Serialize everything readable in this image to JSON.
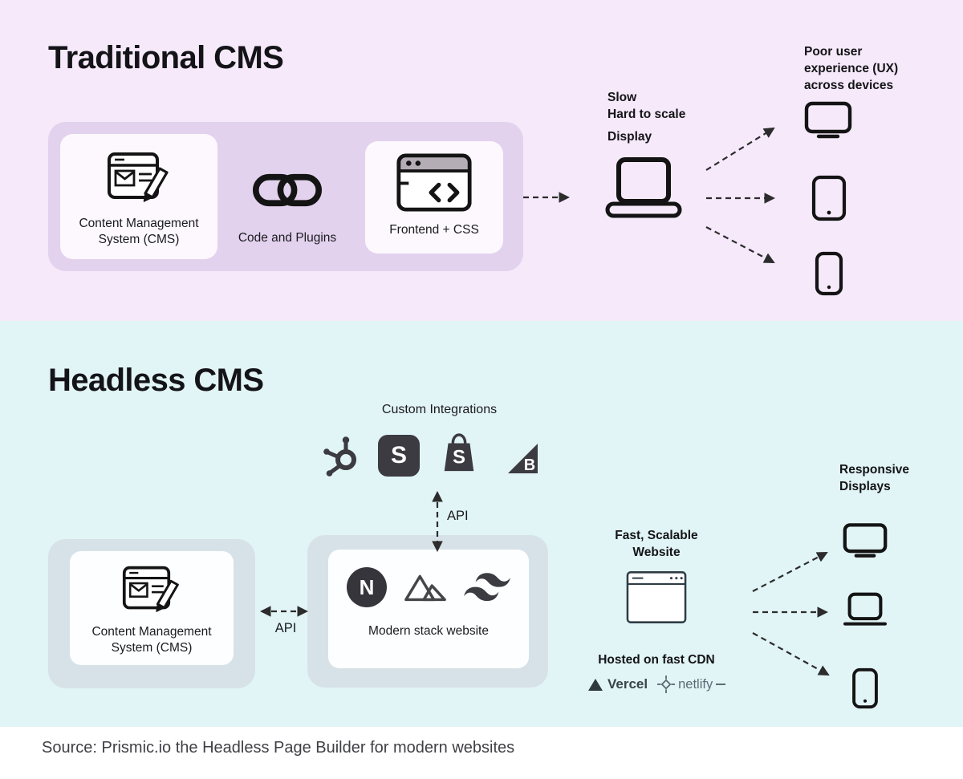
{
  "traditional": {
    "title": "Traditional CMS",
    "cms_label": "Content Management System (CMS)",
    "code_plugins_label": "Code and Plugins",
    "frontend_label": "Frontend + CSS",
    "slow_label": "Slow",
    "hard_to_scale_label": "Hard to scale",
    "display_label": "Display",
    "poor_ux_label": "Poor user experience (UX) across devices"
  },
  "headless": {
    "title": "Headless CMS",
    "custom_integrations_label": "Custom Integrations",
    "api_vertical_label": "API",
    "api_horizontal_label": "API",
    "cms_label": "Content Management System (CMS)",
    "modern_stack_label": "Modern stack website",
    "fast_scalable_label": "Fast, Scalable Website",
    "hosted_cdn_label": "Hosted on fast CDN",
    "vercel_label": "Vercel",
    "netlify_label": "netlify",
    "responsive_label": "Responsive Displays"
  },
  "logos": {
    "stripe_letter": "S",
    "shopify_letter": "S",
    "builder_letter": "B",
    "nextjs_letter": "N"
  },
  "icons": {
    "traditional_pipeline": [
      "webpage-edit-icon",
      "chain-link-icon",
      "browser-code-icon"
    ],
    "traditional_display": "laptop-icon",
    "traditional_devices": [
      "monitor-icon",
      "tablet-icon",
      "phone-icon"
    ],
    "integrations": [
      "hubspot-icon",
      "stripe-icon",
      "shopify-icon",
      "builder-icon"
    ],
    "stack": [
      "nextjs-icon",
      "nuxt-icon",
      "tailwind-icon"
    ],
    "website": "browser-window-icon",
    "headless_devices": [
      "monitor-icon",
      "laptop-icon",
      "phone-icon"
    ]
  },
  "footer": {
    "source": "Source: Prismic.io the Headless Page Builder for modern websites"
  },
  "colors": {
    "traditional_bg": "#f5e9fa",
    "traditional_container": "#e3d2ee",
    "headless_bg": "#e1f4f6",
    "headless_container": "#d7e2e8",
    "card_bg": "#fcf8fd",
    "text": "#18181b",
    "arrow": "#2c2c2c",
    "icon_gray": "#3b3b41"
  }
}
